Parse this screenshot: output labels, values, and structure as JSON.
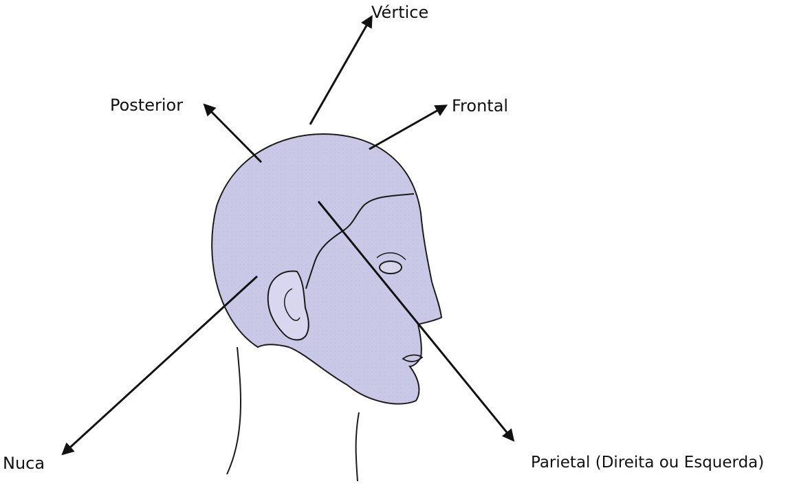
{
  "labels": {
    "vertex": "Vértice",
    "posterior": "Posterior",
    "frontal": "Frontal",
    "nape": "Nuca",
    "parietal": "Parietal (Direita ou Esquerda)"
  },
  "colors": {
    "head_fill": "#c9c8e6",
    "face_fill": "#d3d2ec",
    "outline": "#1a1a1a",
    "arrow": "#111111",
    "text": "#111111",
    "background": "#ffffff"
  }
}
